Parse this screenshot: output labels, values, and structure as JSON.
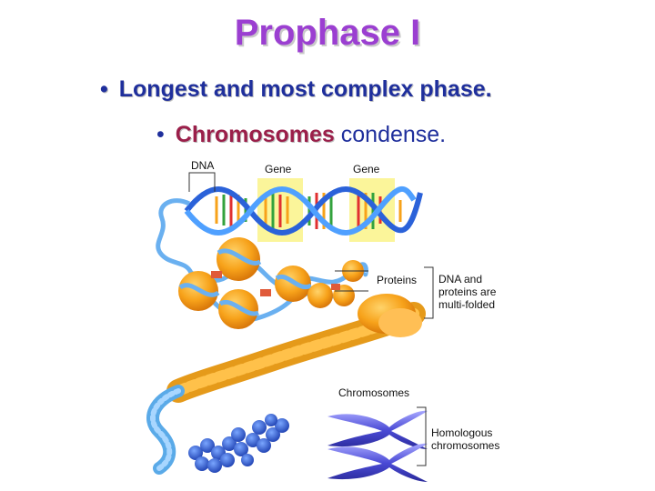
{
  "slide": {
    "title": "Prophase I",
    "bullet1_marker": "•",
    "bullet1": "Longest and most complex phase.",
    "bullet2_marker": "•",
    "bullet2_highlight": "Chromosomes",
    "bullet2_rest": " condense."
  },
  "diagram": {
    "label_dna": "DNA",
    "label_gene1": "Gene",
    "label_gene2": "Gene",
    "label_proteins": "Proteins",
    "label_folded_1": "DNA and",
    "label_folded_2": "proteins are",
    "label_folded_3": "multi-folded",
    "label_chromosomes": "Chromosomes",
    "label_homologous_1": "Homologous",
    "label_homologous_2": "chromosomes"
  }
}
